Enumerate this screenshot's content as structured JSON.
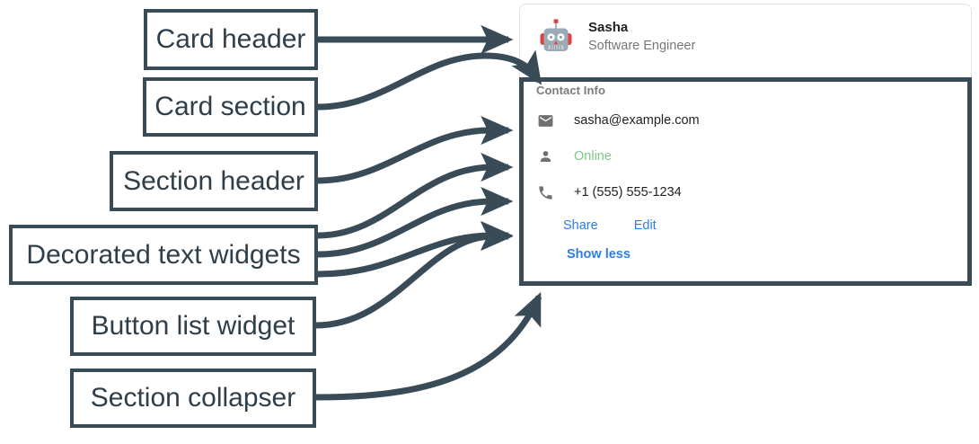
{
  "callouts": [
    {
      "id": "card-header",
      "label": "Card header"
    },
    {
      "id": "card-section",
      "label": "Card section"
    },
    {
      "id": "section-header",
      "label": "Section header"
    },
    {
      "id": "decorated",
      "label": "Decorated text widgets"
    },
    {
      "id": "button-list",
      "label": "Button list widget"
    },
    {
      "id": "collapser",
      "label": "Section collapser"
    }
  ],
  "card": {
    "header": {
      "avatar_icon": "robot-avatar-icon",
      "title": "Sasha",
      "subtitle": "Software Engineer"
    },
    "section": {
      "header": "Contact Info",
      "widgets": [
        {
          "icon": "email-icon",
          "text": "sasha@example.com",
          "style": "default"
        },
        {
          "icon": "person-icon",
          "text": "Online",
          "style": "online"
        },
        {
          "icon": "phone-icon",
          "text": "+1 (555) 555-1234",
          "style": "default"
        }
      ],
      "buttons": [
        {
          "label": "Share"
        },
        {
          "label": "Edit"
        }
      ],
      "collapser": {
        "label": "Show less"
      }
    }
  },
  "colors": {
    "annotation": "#3a4b58",
    "link_blue": "#2b7de9",
    "online_green": "#81c784",
    "muted_gray": "#777777",
    "card_border": "#e3e3e3"
  }
}
